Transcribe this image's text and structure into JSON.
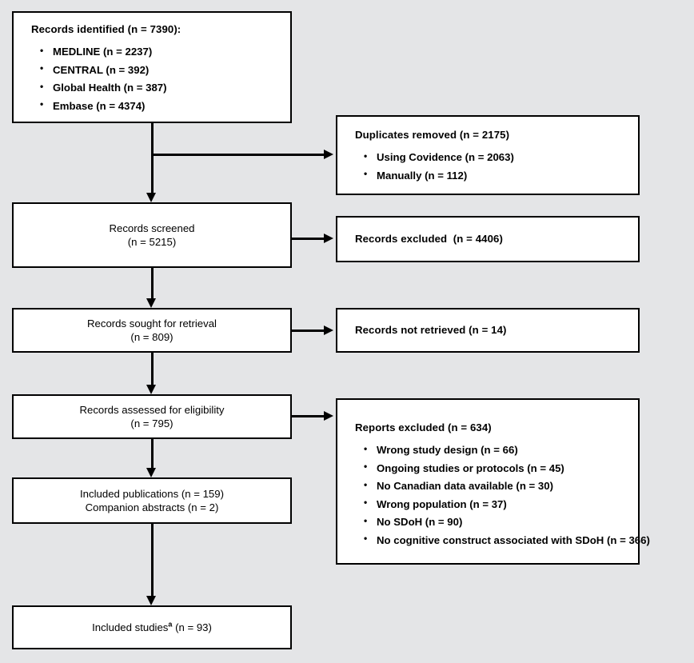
{
  "diagram": {
    "type": "prisma-flow-diagram",
    "background_color": "#e4e5e7",
    "box_fill_color": "#ffffff",
    "line_color": "#000000"
  },
  "identification": {
    "records_identified": {
      "header": "Records identified (n = 7390):",
      "sources": [
        "MEDLINE (n = 2237)",
        "CENTRAL (n = 392)",
        "Global Health (n = 387)",
        "Embase (n = 4374)"
      ]
    },
    "duplicates_removed": {
      "header": "Duplicates removed (n = 2175)",
      "methods": [
        "Using Covidence (n = 2063)",
        "Manually (n = 112)"
      ]
    }
  },
  "screening": {
    "records_screened": {
      "line1": "Records screened",
      "line2": "(n = 5215)"
    },
    "records_excluded": {
      "label": "Records excluded  (n = 4406)"
    },
    "records_sought": {
      "line1": "Records sought for retrieval",
      "line2": "(n = 809)"
    },
    "records_not_retrieved": {
      "label": "Records not retrieved (n = 14)"
    },
    "records_assessed": {
      "line1": "Records assessed for eligibility",
      "line2": "(n = 795)"
    },
    "reports_excluded": {
      "header": "Reports excluded (n = 634)",
      "reasons": [
        "Wrong study design (n = 66)",
        "Ongoing studies or protocols (n = 45)",
        "No Canadian data available (n = 30)",
        "Wrong population (n = 37)",
        "No SDoH (n = 90)",
        "No cognitive construct associated with SDoH (n = 366)"
      ]
    }
  },
  "included": {
    "included_publications": {
      "line1": "Included publications (n = 159)",
      "line2": "Companion abstracts (n = 2)"
    },
    "included_studies": {
      "prefix": "Included studies",
      "footnote_marker": "a",
      "suffix": " (n = 93)"
    }
  }
}
